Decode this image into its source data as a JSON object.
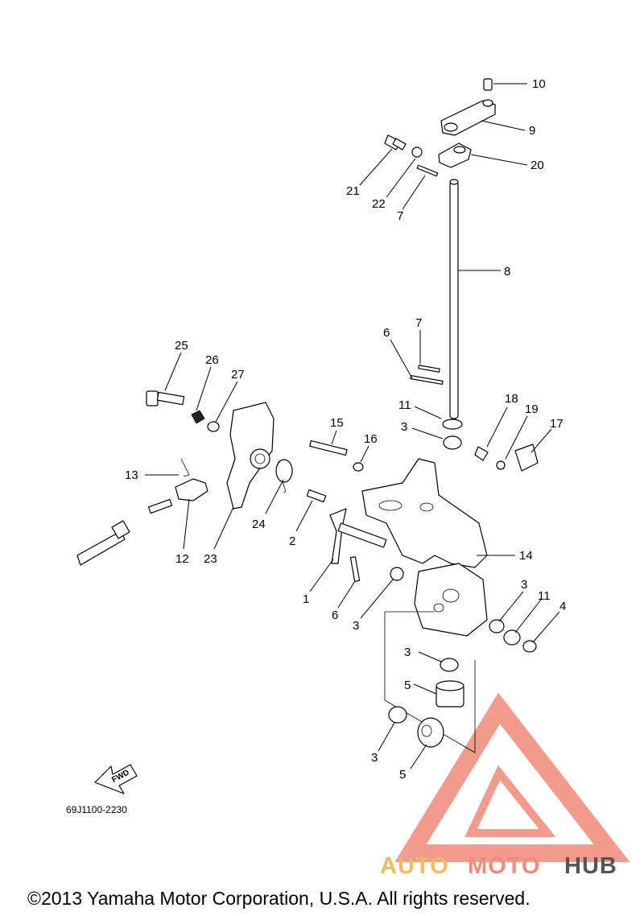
{
  "diagram": {
    "code": "69J1100-2230",
    "fwd_label": "FWD",
    "copyright": "©2013 Yamaha Motor Corporation, U.S.A. All rights reserved.",
    "watermark": {
      "part1": "AUTO",
      "part2": "MOTO",
      "part3": "HUB",
      "color1": "#f4b860",
      "color2": "#f08a7a",
      "color3": "#555555",
      "logo_color": "#f08a7a"
    },
    "callouts": [
      {
        "id": "c10",
        "label": "10"
      },
      {
        "id": "c9",
        "label": "9"
      },
      {
        "id": "c20",
        "label": "20"
      },
      {
        "id": "c21",
        "label": "21"
      },
      {
        "id": "c22",
        "label": "22"
      },
      {
        "id": "c7a",
        "label": "7"
      },
      {
        "id": "c8",
        "label": "8"
      },
      {
        "id": "c7b",
        "label": "7"
      },
      {
        "id": "c6a",
        "label": "6"
      },
      {
        "id": "c11a",
        "label": "11"
      },
      {
        "id": "c3a",
        "label": "3"
      },
      {
        "id": "c18",
        "label": "18"
      },
      {
        "id": "c19",
        "label": "19"
      },
      {
        "id": "c17",
        "label": "17"
      },
      {
        "id": "c25",
        "label": "25"
      },
      {
        "id": "c26",
        "label": "26"
      },
      {
        "id": "c27",
        "label": "27"
      },
      {
        "id": "c15",
        "label": "15"
      },
      {
        "id": "c16",
        "label": "16"
      },
      {
        "id": "c13",
        "label": "13"
      },
      {
        "id": "c24",
        "label": "24"
      },
      {
        "id": "c2",
        "label": "2"
      },
      {
        "id": "c14",
        "label": "14"
      },
      {
        "id": "c12",
        "label": "12"
      },
      {
        "id": "c23",
        "label": "23"
      },
      {
        "id": "c1",
        "label": "1"
      },
      {
        "id": "c6b",
        "label": "6"
      },
      {
        "id": "c3b",
        "label": "3"
      },
      {
        "id": "c3c",
        "label": "3"
      },
      {
        "id": "c11b",
        "label": "11"
      },
      {
        "id": "c4",
        "label": "4"
      },
      {
        "id": "c3d",
        "label": "3"
      },
      {
        "id": "c5a",
        "label": "5"
      },
      {
        "id": "c3e",
        "label": "3"
      },
      {
        "id": "c5b",
        "label": "5"
      }
    ]
  }
}
